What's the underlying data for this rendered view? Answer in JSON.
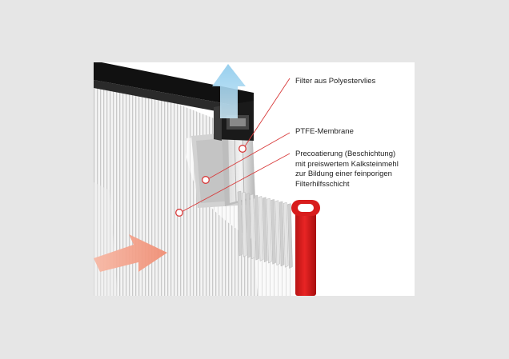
{
  "labels": {
    "filter_layer": "Filter aus Polyestervlies",
    "membrane": "PTFE-Membrane",
    "precoat": "Precoatierung (Beschichtung)\nmit preiswertem Kalksteinmehl\nzur Bildung einer feinporigen\nFilterhilfsschicht"
  },
  "colors": {
    "page_background": "#e6e6e6",
    "panel_background": "#ffffff",
    "outflow_arrow": "#9fd1ee",
    "inflow_arrow": "#f4a088",
    "end_cap": "#e02020",
    "frame": "#1a1a1a",
    "callout_line": "#d83a3a"
  }
}
